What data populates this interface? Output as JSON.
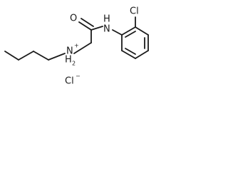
{
  "molecule": {
    "labels": {
      "carbonyl_oxygen": "O",
      "amide_nitrogen": "N",
      "amide_hydrogen": "H",
      "ring_chlorine": "Cl",
      "ammonium_nitrogen": "N",
      "ammonium_hydrogen": "H",
      "ammonium_h_count": "2",
      "ammonium_charge": "+",
      "counterion": "Cl",
      "counterion_charge": "−"
    }
  }
}
